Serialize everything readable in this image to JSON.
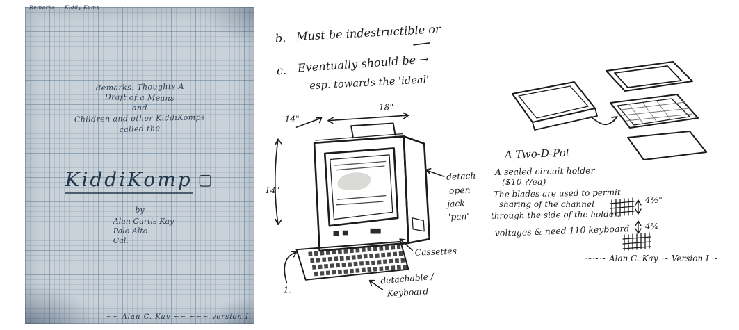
{
  "colors": {
    "paper_blue": "#c9d2d9",
    "ink_paper": "#2c3e52",
    "ink_sketch": "#1c1c1c"
  },
  "title_page": {
    "corner_note": "Remarks — Kiddy Komp",
    "header_lines": [
      "Remarks: Thoughts A",
      "Draft of a Means",
      "and",
      "Children and other KiddiKomps",
      "called the"
    ],
    "title": "KiddiKomp",
    "title_symbol": "▢",
    "by": "by",
    "author_lines": [
      "Alan Curtis Kay",
      "Palo Alto",
      "Cal."
    ],
    "signature": "~~ Alan C. Kay ~~  ~~~ version I"
  },
  "machine_sketch": {
    "note_b_prefix": "b.",
    "note_b": "Must be indestructible or",
    "note_c_prefix": "c.",
    "note_c": "Eventually should be →",
    "note_c2": "esp. towards the 'ideal'",
    "dim_top": "18\"",
    "dim_diag": "14\"",
    "dim_left": "14\"",
    "label_detach": "detach",
    "label_open": "open",
    "label_jack": "jack",
    "label_pan": "'pan'",
    "label_cassettes": "Cassettes",
    "label_detachable": "detachable /",
    "label_keyboard": "Keyboard",
    "step_label": "1."
  },
  "board_sketch": {
    "heading": "A Two-D-Pot",
    "note_lines": [
      "A sealed circuit holder",
      "($10 ?/ea)",
      "The blades are used to permit",
      "sharing of the channel",
      "through the side of the holder.",
      "voltages & need 110 keyboard"
    ],
    "dim_a": "4½\"",
    "dim_b": "4¼",
    "signature": "~~~ Alan C. Kay",
    "version": "~ Version I ~"
  }
}
